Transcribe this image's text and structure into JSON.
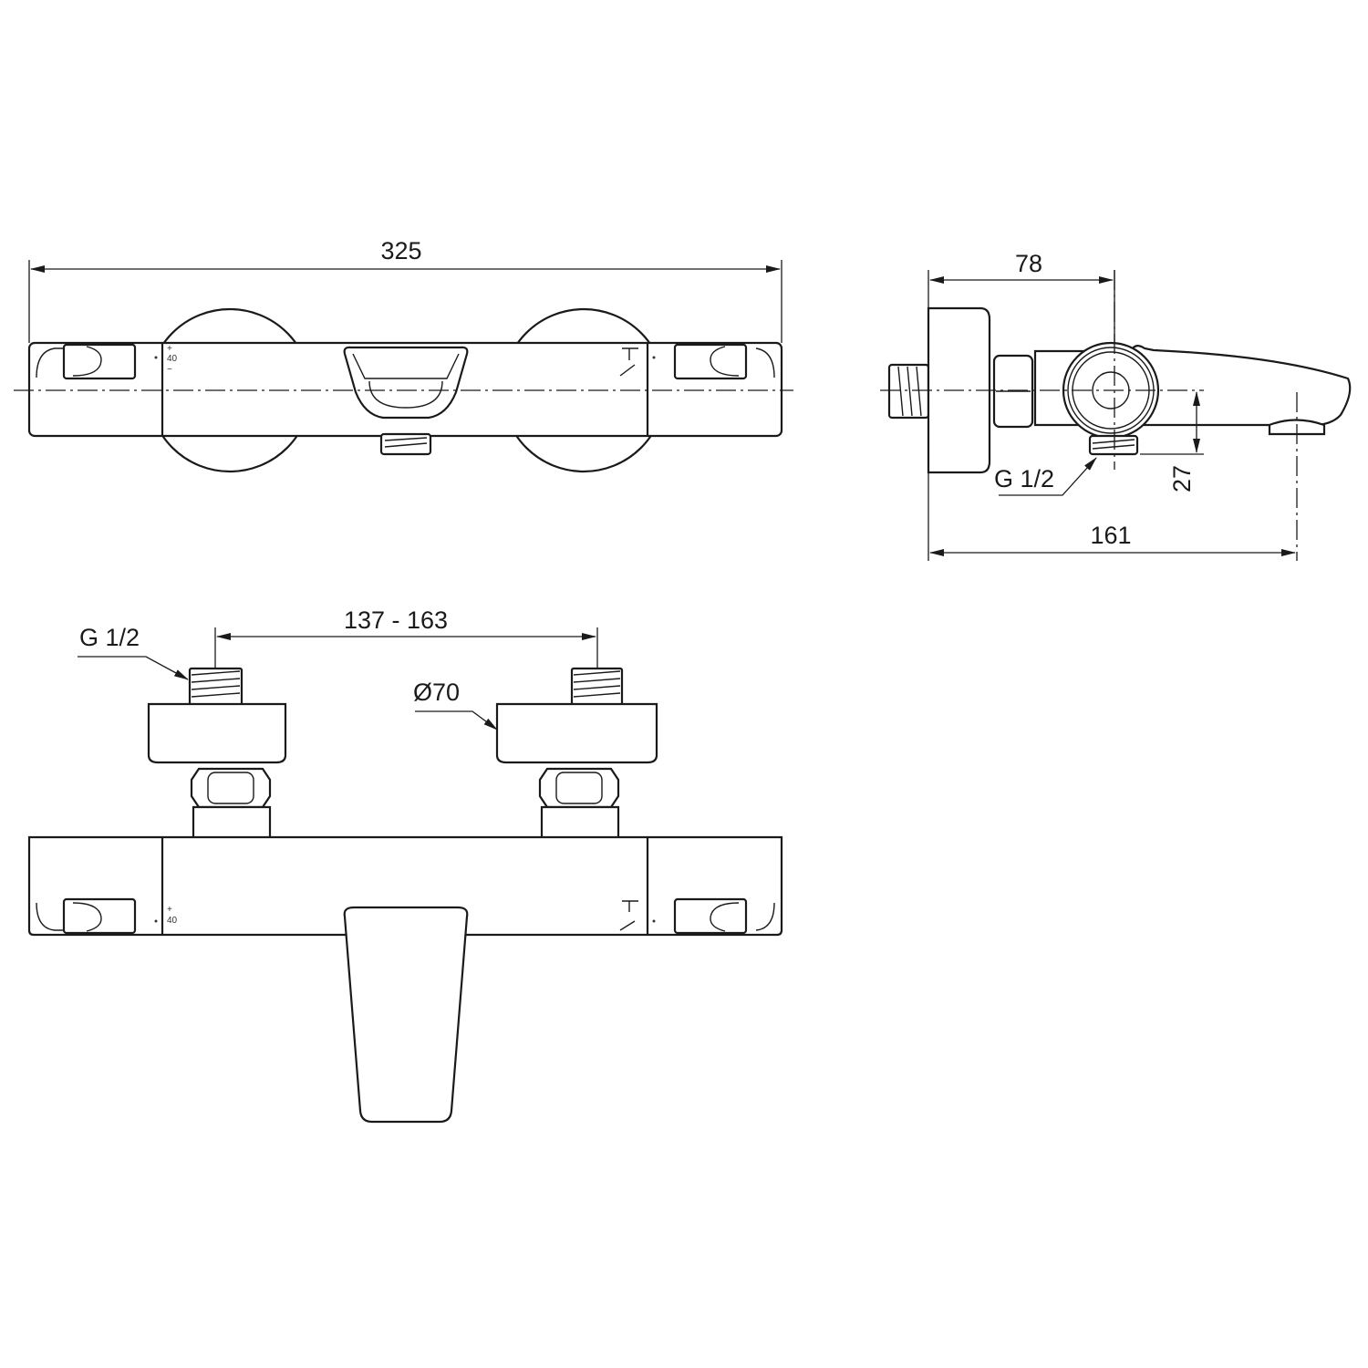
{
  "dimensions": {
    "overall_length": "325",
    "wall_projection": "78",
    "spout_projection": "161",
    "outlet_height": "27",
    "centres_range": "137 - 163",
    "flange_diameter": "Ø70"
  },
  "thread_labels": {
    "side_outlet": "G 1/2",
    "inlet": "G 1/2"
  },
  "temperature_markings": {
    "plus": "+",
    "value": "40",
    "minus": "−",
    "plus_bottom": "+",
    "value_bottom": "40"
  },
  "colors": {
    "line": "#1a1a1a",
    "background": "#ffffff"
  }
}
